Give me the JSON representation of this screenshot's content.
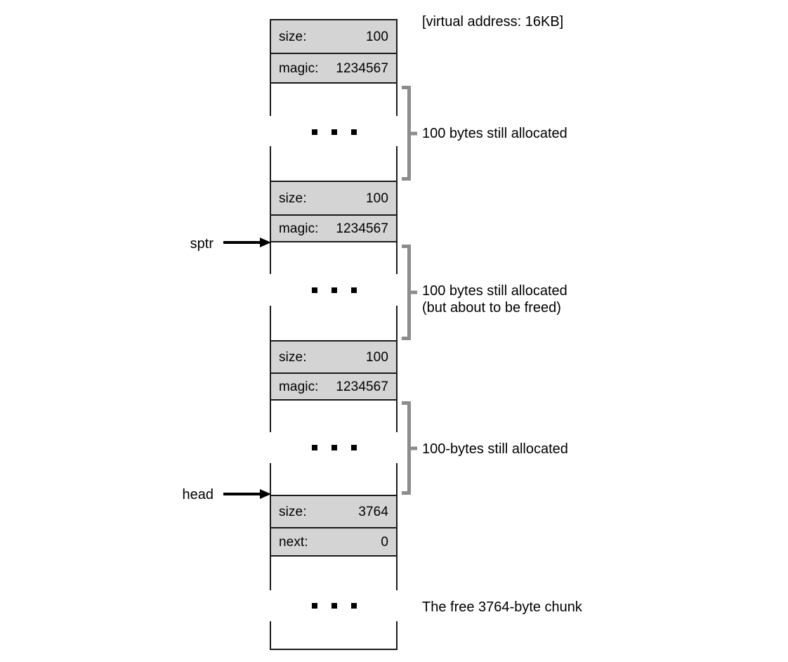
{
  "diagram": {
    "title_note": "[virtual address: 16KB]",
    "chunks": [
      {
        "id": "chunk-1",
        "header_rows": [
          {
            "key": "size:",
            "value": "100"
          },
          {
            "key": "magic:",
            "value": "1234567"
          }
        ],
        "annotation": "100 bytes still allocated"
      },
      {
        "id": "chunk-2",
        "header_rows": [
          {
            "key": "size:",
            "value": "100"
          },
          {
            "key": "magic:",
            "value": "1234567"
          }
        ],
        "annotation": "100 bytes still allocated\n(but about to be freed)"
      },
      {
        "id": "chunk-3",
        "header_rows": [
          {
            "key": "size:",
            "value": "100"
          },
          {
            "key": "magic:",
            "value": "1234567"
          }
        ],
        "annotation": "100-bytes still allocated"
      },
      {
        "id": "chunk-free",
        "header_rows": [
          {
            "key": "size:",
            "value": "3764"
          },
          {
            "key": "next:",
            "value": "0"
          }
        ],
        "annotation": "The free 3764-byte chunk"
      }
    ],
    "pointers": [
      {
        "name": "sptr",
        "label": "sptr"
      },
      {
        "name": "head",
        "label": "head"
      }
    ],
    "colors": {
      "header_fill": "#d4d4d4",
      "body_fill": "#ffffff",
      "border": "#1a1a1a",
      "bracket": "#8c8c8c",
      "text": "#000000"
    }
  }
}
